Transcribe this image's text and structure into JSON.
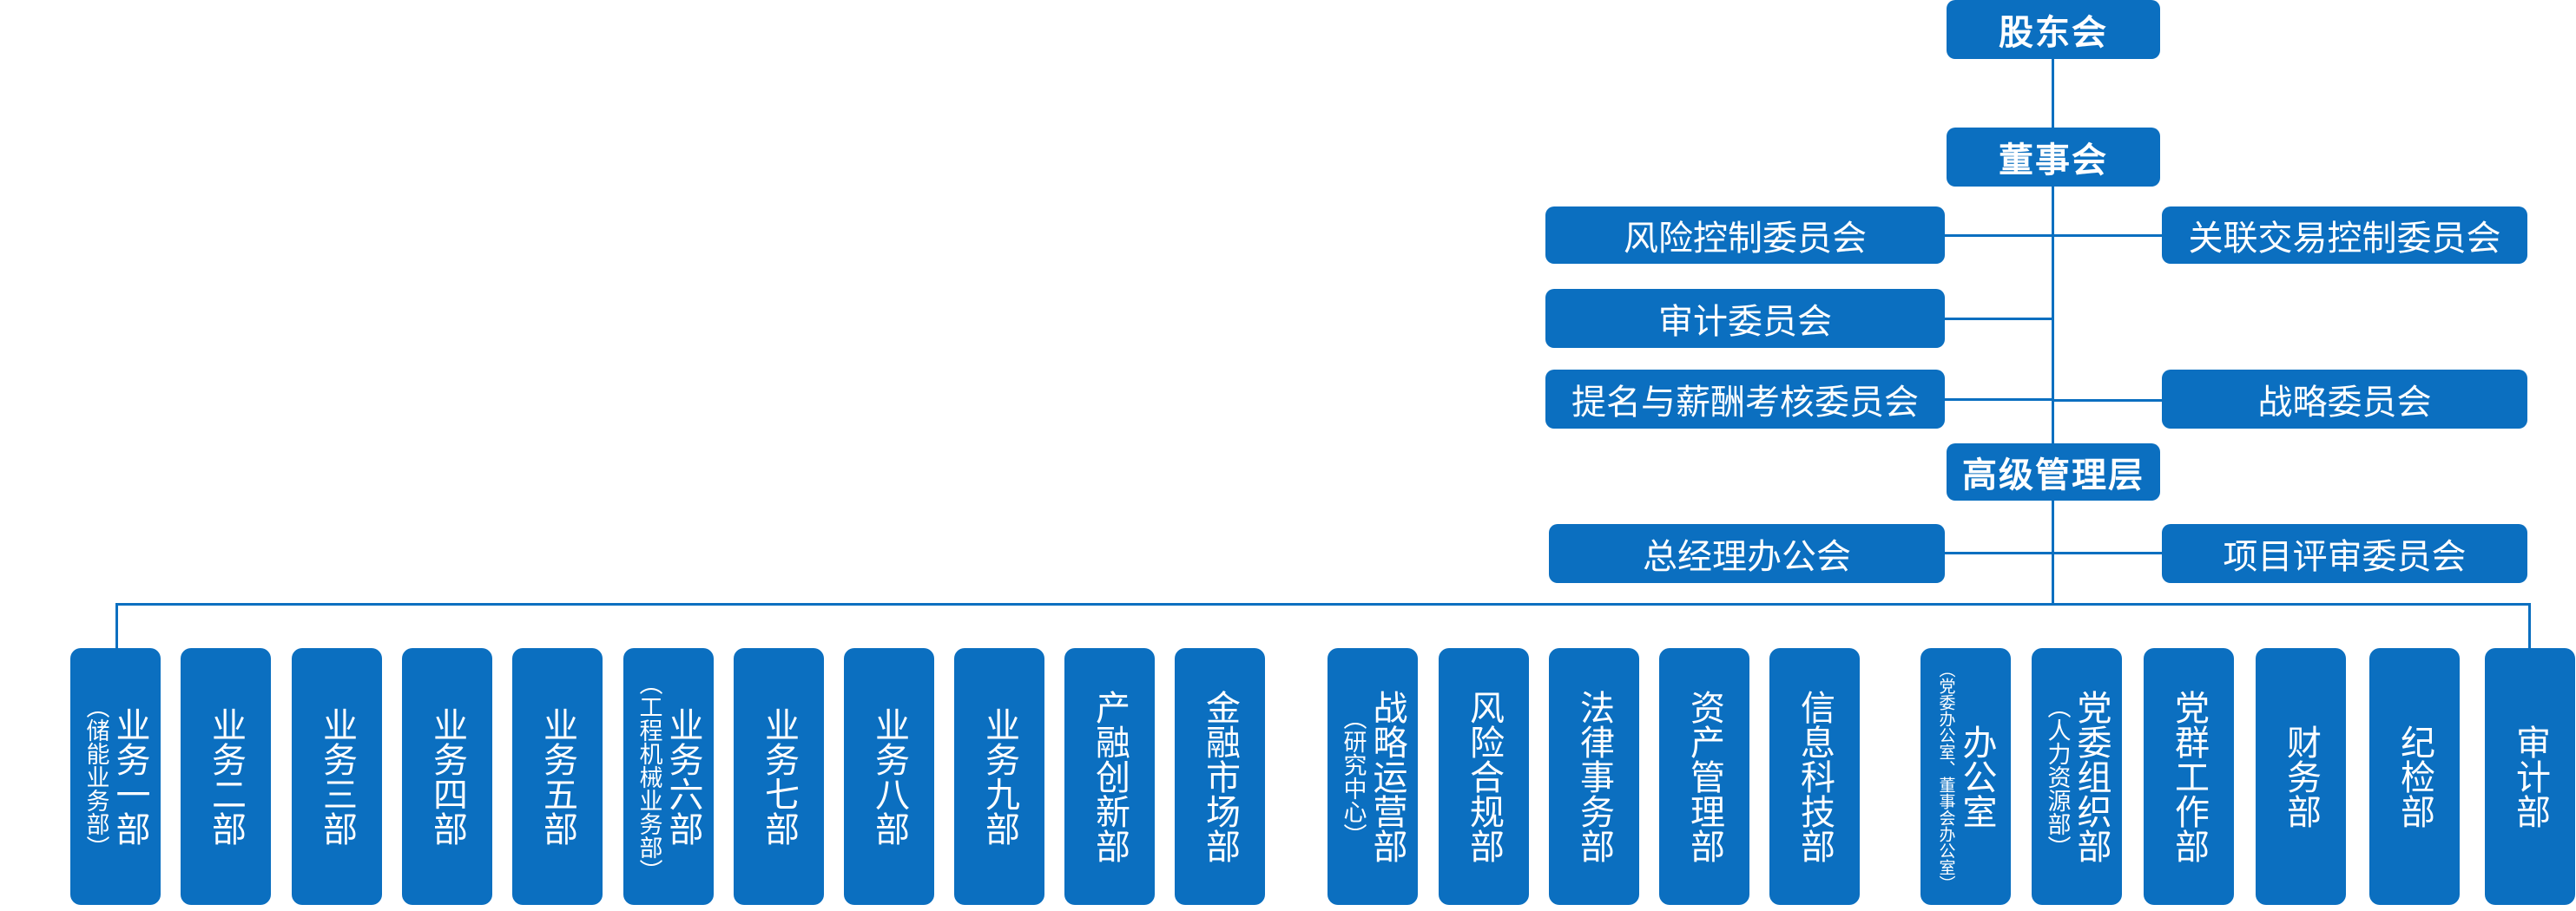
{
  "top": {
    "shareholders": "股东会",
    "board": "董事会",
    "senior_management": "高级管理层"
  },
  "committees": {
    "risk_control": "风险控制委员会",
    "related_transaction": "关联交易控制委员会",
    "audit": "审计委员会",
    "nomination_compensation": "提名与薪酬考核委员会",
    "strategy": "战略委员会",
    "gm_office_meeting": "总经理办公会",
    "project_review": "项目评审委员会"
  },
  "departments": [
    {
      "name": "业务一部",
      "sub": "（储能业务部）"
    },
    {
      "name": "业务二部",
      "sub": ""
    },
    {
      "name": "业务三部",
      "sub": ""
    },
    {
      "name": "业务四部",
      "sub": ""
    },
    {
      "name": "业务五部",
      "sub": ""
    },
    {
      "name": "业务六部",
      "sub": "（工程机械业务部）"
    },
    {
      "name": "业务七部",
      "sub": ""
    },
    {
      "name": "业务八部",
      "sub": ""
    },
    {
      "name": "业务九部",
      "sub": ""
    },
    {
      "name": "产融创新部",
      "sub": ""
    },
    {
      "name": "金融市场部",
      "sub": ""
    },
    {
      "name": "战略运营部",
      "sub": "（研究中心）"
    },
    {
      "name": "风险合规部",
      "sub": ""
    },
    {
      "name": "法律事务部",
      "sub": ""
    },
    {
      "name": "资产管理部",
      "sub": ""
    },
    {
      "name": "信息科技部",
      "sub": ""
    },
    {
      "name": "办公室",
      "sub": "（党委办公室、董事会办公室）"
    },
    {
      "name": "党委组织部",
      "sub": "（人力资源部）"
    },
    {
      "name": "党群工作部",
      "sub": ""
    },
    {
      "name": "财务部",
      "sub": ""
    },
    {
      "name": "纪检部",
      "sub": ""
    },
    {
      "name": "审计部",
      "sub": ""
    }
  ],
  "colors": {
    "box": "#0b6fc0",
    "line": "#0b6fc0",
    "text": "#ffffff"
  }
}
